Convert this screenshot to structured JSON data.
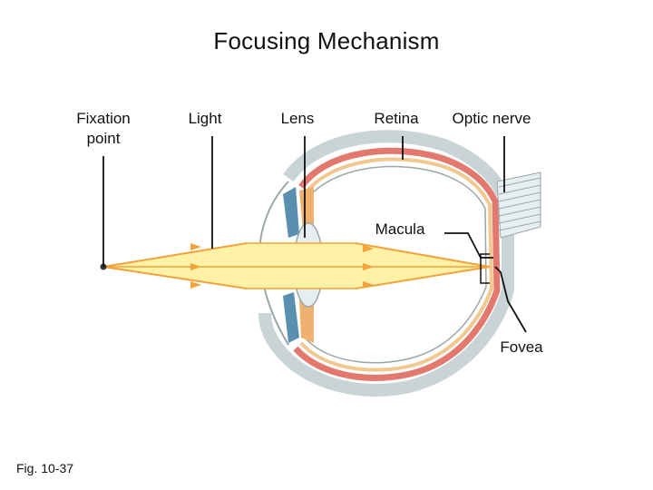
{
  "title": "Focusing Mechanism",
  "labels": {
    "fixation_line1": "Fixation",
    "fixation_line2": "point",
    "light": "Light",
    "lens": "Lens",
    "retina": "Retina",
    "optic_nerve": "Optic nerve",
    "macula": "Macula",
    "fovea": "Fovea"
  },
  "figure_number": "Fig. 10-37",
  "colors": {
    "sclera": "#c9d4d6",
    "choroid": "#e2786e",
    "retina_layer": "#f0c890",
    "light_beam": "#fff1a6",
    "light_ray": "#f2a23a",
    "ciliary": "#5a8fb0"
  }
}
